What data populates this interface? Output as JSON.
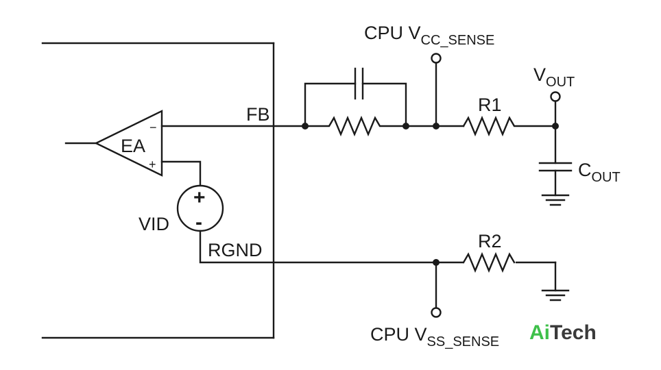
{
  "labels": {
    "amplifier": "EA",
    "minus": "−",
    "plus": "+",
    "source_plus": "+",
    "source_minus": "-",
    "vid": "VID",
    "fb": "FB",
    "rgnd": "RGND",
    "r1": "R1",
    "r2": "R2",
    "vcc_sense_main": "CPU V",
    "vcc_sense_sub": "CC_SENSE",
    "vss_sense_main": "CPU V",
    "vss_sense_sub": "SS_SENSE",
    "vout_main": "V",
    "vout_sub": "OUT",
    "cout_main": "C",
    "cout_sub": "OUT"
  },
  "watermark": {
    "part1": "Ai",
    "part2": "Tech",
    "color1": "#3ec04a",
    "color2": "#3a3a3a"
  }
}
